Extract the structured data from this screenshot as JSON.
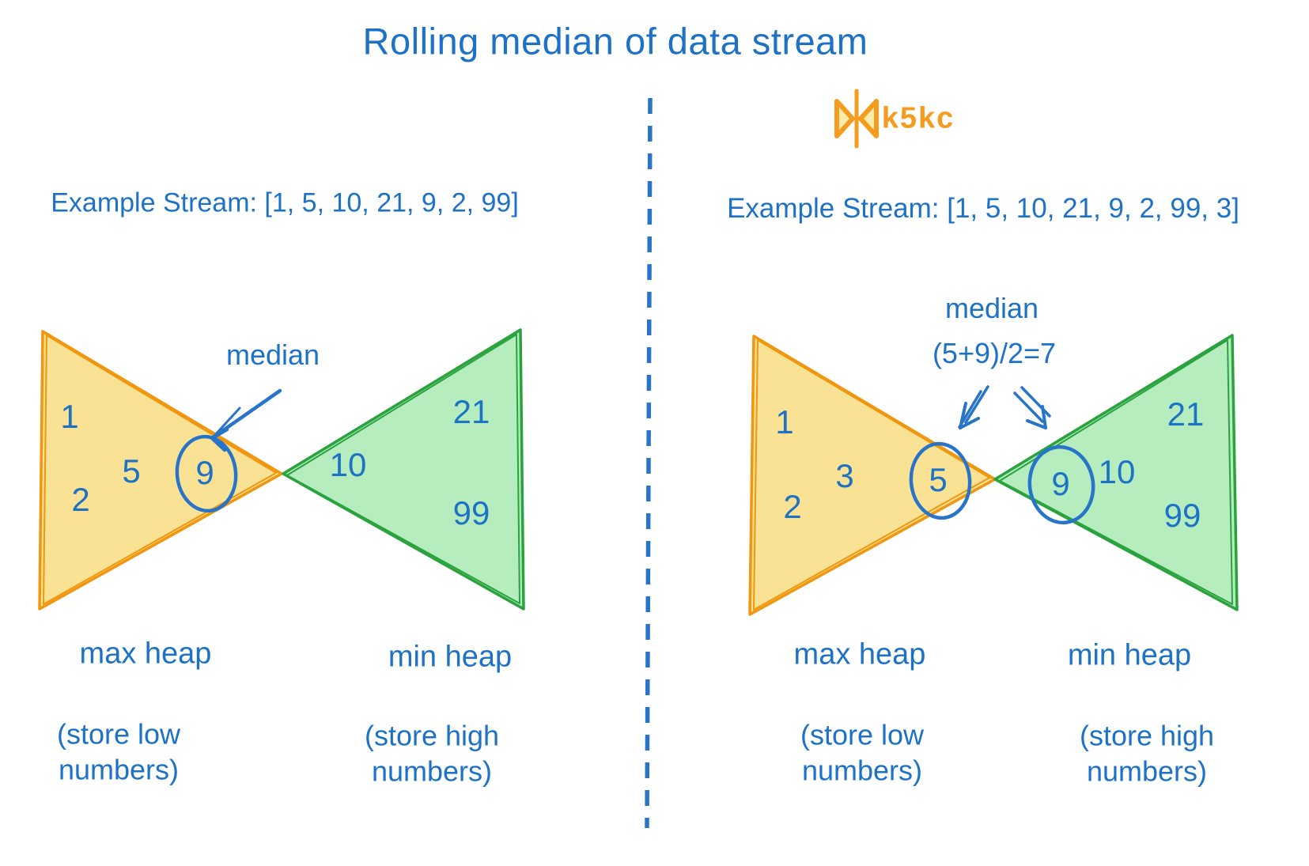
{
  "title": "Rolling median of data stream",
  "logo": {
    "text": "k5kc",
    "icon": "butterfly-bowtie-icon",
    "color": "#F59B1E"
  },
  "colors": {
    "text_blue": "#1E72C6",
    "sketch_blue": "#2874C9",
    "heap_orange_stroke": "#F0960F",
    "heap_yellow_fill": "#FAE294",
    "heap_green_stroke": "#2AA23E",
    "heap_green_fill": "#B5EDBF"
  },
  "left_panel": {
    "stream_label": "Example Stream: [1, 5, 10, 21, 9, 2, 99]",
    "median_label": "median",
    "max_heap": {
      "label": "max heap",
      "note": "(store low\nnumbers)",
      "values": [
        "1",
        "5",
        "2"
      ],
      "median_value": "9"
    },
    "min_heap": {
      "label": "min heap",
      "note": "(store high\nnumbers)",
      "values": [
        "21",
        "10",
        "99"
      ]
    }
  },
  "right_panel": {
    "stream_label": "Example Stream: [1, 5, 10, 21, 9, 2, 99, 3]",
    "median_label": "median",
    "median_formula": "(5+9)/2=7",
    "max_heap": {
      "label": "max heap",
      "note": "(store low\nnumbers)",
      "values": [
        "1",
        "3",
        "2"
      ],
      "median_value": "5"
    },
    "min_heap": {
      "label": "min heap",
      "note": "(store high\nnumbers)",
      "values": [
        "21",
        "10",
        "99"
      ],
      "median_value": "9"
    }
  }
}
